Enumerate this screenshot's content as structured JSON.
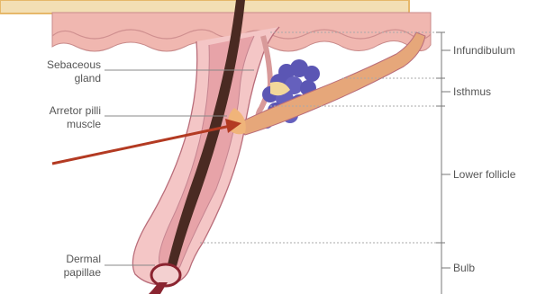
{
  "labels": {
    "left": {
      "sebaceous": [
        "Sebaceous",
        "gland"
      ],
      "arrector": [
        "Arretor pilli",
        "muscle"
      ],
      "dermal": [
        "Dermal",
        "papillae"
      ]
    },
    "right": {
      "infundibulum": "Infundibulum",
      "isthmus": "Isthmus",
      "lower_follicle": "Lower follicle",
      "bulb": "Bulb"
    }
  },
  "colors": {
    "skin": "#e9a9a9",
    "skin_dark": "#c87f86",
    "hair": "#4a2a22",
    "gland": "#5b56b4",
    "muscle": "#e6a77a",
    "arrow": "#b33a22",
    "callout": "#f0c989"
  },
  "annotations": {
    "arrow": "pointer-to-arrector-pili-muscle"
  }
}
